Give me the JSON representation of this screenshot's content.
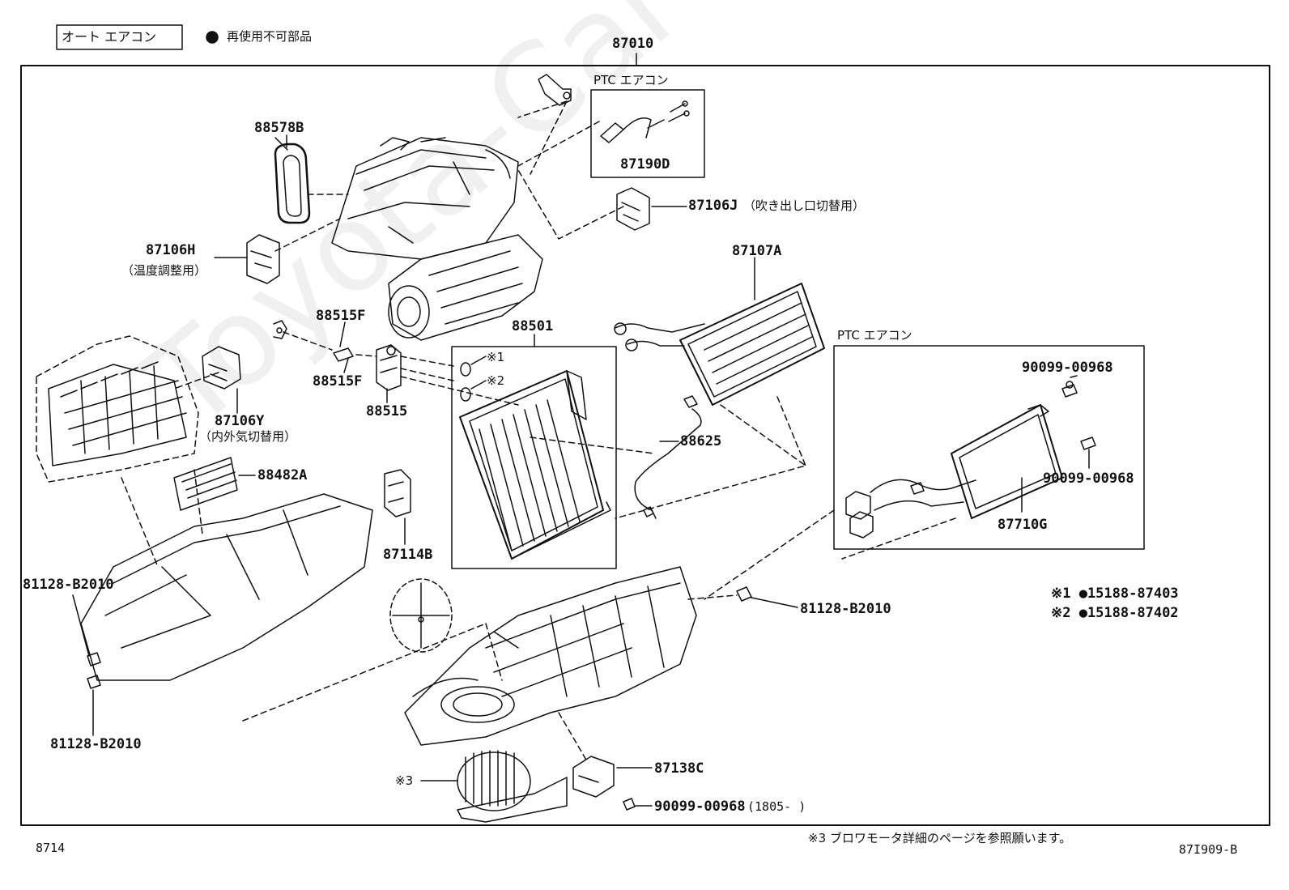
{
  "header": {
    "auto_ac_box": "オート エアコン",
    "legend_text": "再使用不可部品",
    "top_code": "87010"
  },
  "labels": {
    "p88578B": "88578B",
    "p87106H": "87106H",
    "p87106H_note": "（温度調整用）",
    "ptc_top": "PTC エアコン",
    "p87190D": "87190D",
    "p87106J": "87106J",
    "p87106J_note": "（吹き出し口切替用）",
    "p87107A": "87107A",
    "p88515F_a": "88515F",
    "p88515F_b": "88515F",
    "p88515": "88515",
    "p88501": "88501",
    "mark1": "※1",
    "mark2": "※2",
    "p87106Y": "87106Y",
    "p87106Y_note": "（内外気切替用）",
    "p88482A": "88482A",
    "p88625": "88625",
    "ptc_right": "PTC エアコン",
    "p90099_a": "90099-00968",
    "p90099_b": "90099-00968",
    "p87710G": "87710G",
    "p87114B": "87114B",
    "p81128_a": "81128-B2010",
    "p81128_b": "81128-B2010",
    "p81128_c": "81128-B2010",
    "note1": "※1 ●15188-87403",
    "note2": "※2 ●15188-87402",
    "mark3": "※3",
    "p87138C": "87138C",
    "p90099_c": "90099-00968",
    "p90099_c_range": "(1805-      )"
  },
  "footer": {
    "left_code": "8714",
    "note": "※3 ブロワモータ詳細のページを参照願います。",
    "right_code": "87I909-B"
  },
  "watermark": "Toyota-CarWine.ru"
}
